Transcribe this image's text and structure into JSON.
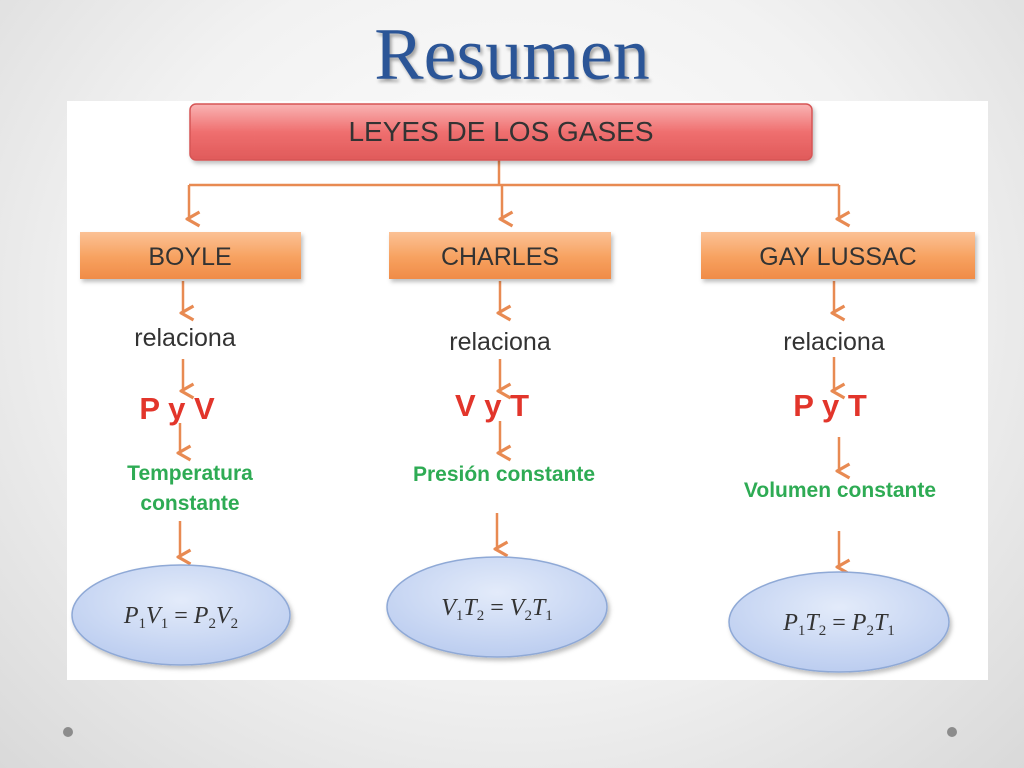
{
  "slide": {
    "title": "Resumen"
  },
  "concept_map": {
    "root": {
      "label": "LEYES DE LOS GASES"
    },
    "branches": [
      {
        "law": "BOYLE",
        "relation_word": "relaciona",
        "variables": "P y V",
        "condition": [
          "Temperatura",
          "constante"
        ],
        "formula": {
          "left": [
            "P",
            "1",
            "V",
            "1"
          ],
          "right": [
            "P",
            "2",
            "V",
            "2"
          ]
        }
      },
      {
        "law": "CHARLES",
        "relation_word": "relaciona",
        "variables": "V y T",
        "condition": [
          "Presión constante"
        ],
        "formula": {
          "left": [
            "V",
            "1",
            "T",
            "2"
          ],
          "right": [
            "V",
            "2",
            "T",
            "1"
          ]
        }
      },
      {
        "law": "GAY LUSSAC",
        "relation_word": "relaciona",
        "variables": "P y T",
        "condition": [
          "Volumen constante"
        ],
        "formula": {
          "left": [
            "P",
            "1",
            "T",
            "2"
          ],
          "right": [
            "P",
            "2",
            "T",
            "1"
          ]
        }
      }
    ],
    "colors": {
      "title": "#2b5597",
      "root_fill": "#ef6f6f",
      "law_fill": "#f7a15f",
      "arrow": "#e88a52",
      "variables_text": "#e2352b",
      "condition_text": "#2eab54",
      "formula_fill": "#c9d8f3",
      "text_dark": "#333333"
    }
  }
}
